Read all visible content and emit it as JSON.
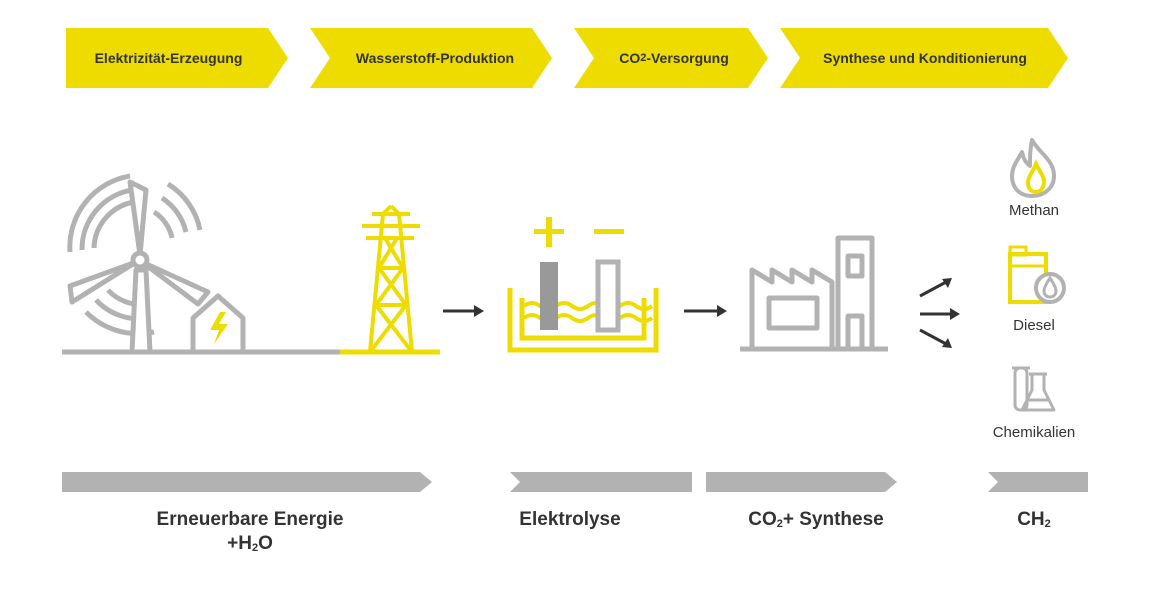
{
  "stages": [
    {
      "label": "Elektrizität-Erzeugung"
    },
    {
      "label": "Wasserstoff-Produktion"
    },
    {
      "label_main": "CO",
      "label_sub": "2",
      "label_rest": "-Versorgung"
    },
    {
      "label": "Synthese und Konditionierung"
    }
  ],
  "outputs": [
    {
      "label": "Methan",
      "icon": "flame-icon"
    },
    {
      "label": "Diesel",
      "icon": "fuel-canister-icon"
    },
    {
      "label": "Chemikalien",
      "icon": "lab-flask-icon"
    }
  ],
  "bottom": {
    "energy_line1": "Erneuerbare Energie",
    "energy_line2_a": "+H",
    "energy_line2_sub": "2",
    "energy_line2_b": "O",
    "electrolysis": "Elektrolyse",
    "synthesis_a": "CO",
    "synthesis_sub": "2",
    "synthesis_b": "+ Synthese",
    "product_a": "CH",
    "product_sub": "2"
  },
  "colors": {
    "accent": "#EEDC00",
    "gray": "#B2B2B2",
    "text": "#333333"
  }
}
